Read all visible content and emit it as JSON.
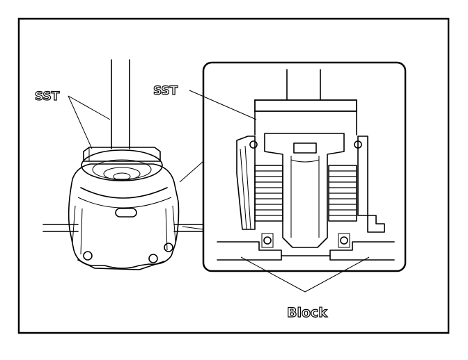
{
  "figure": {
    "labels": {
      "sst_left": "SST",
      "sst_right": "SST",
      "block": "Block"
    }
  }
}
